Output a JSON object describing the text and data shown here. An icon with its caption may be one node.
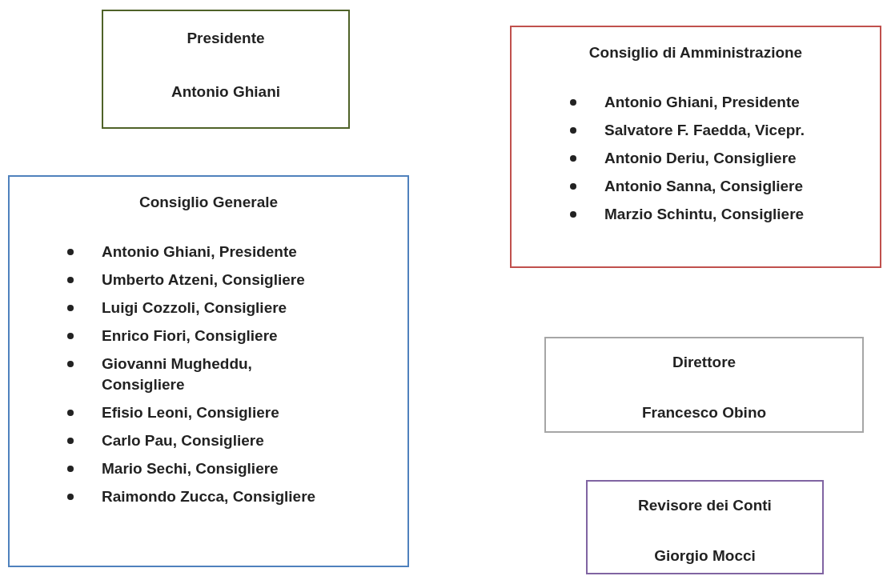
{
  "diagram": {
    "nodes": [
      {
        "text": [
          "Presidente",
          "Antonio Ghiani"
        ]
      },
      {
        "text": [
          "Consiglio di Amministrazione",
          "Antonio Ghiani, Presidente",
          "Salvatore F. Faedda, Vicepr.",
          "Antonio Deriu, Consigliere",
          "Antonio Sanna, Consigliere",
          "Marzio Schintu, Consigliere"
        ]
      },
      {
        "text": [
          "Consiglio Generale",
          "Antonio Ghiani, Presidente",
          "Umberto Atzeni, Consigliere",
          "Luigi Cozzoli, Consigliere",
          "Enrico Fiori, Consigliere",
          "Giovanni Mugheddu, Consigliere",
          "Efisio Leoni, Consigliere",
          "Carlo Pau, Consigliere",
          "Mario Sechi, Consigliere",
          "Raimondo Zucca, Consigliere"
        ]
      },
      {
        "text": [
          "Direttore",
          "Francesco Obino"
        ]
      },
      {
        "text": [
          "Revisore dei Conti",
          "Giorgio Mocci"
        ]
      }
    ],
    "edges": []
  }
}
